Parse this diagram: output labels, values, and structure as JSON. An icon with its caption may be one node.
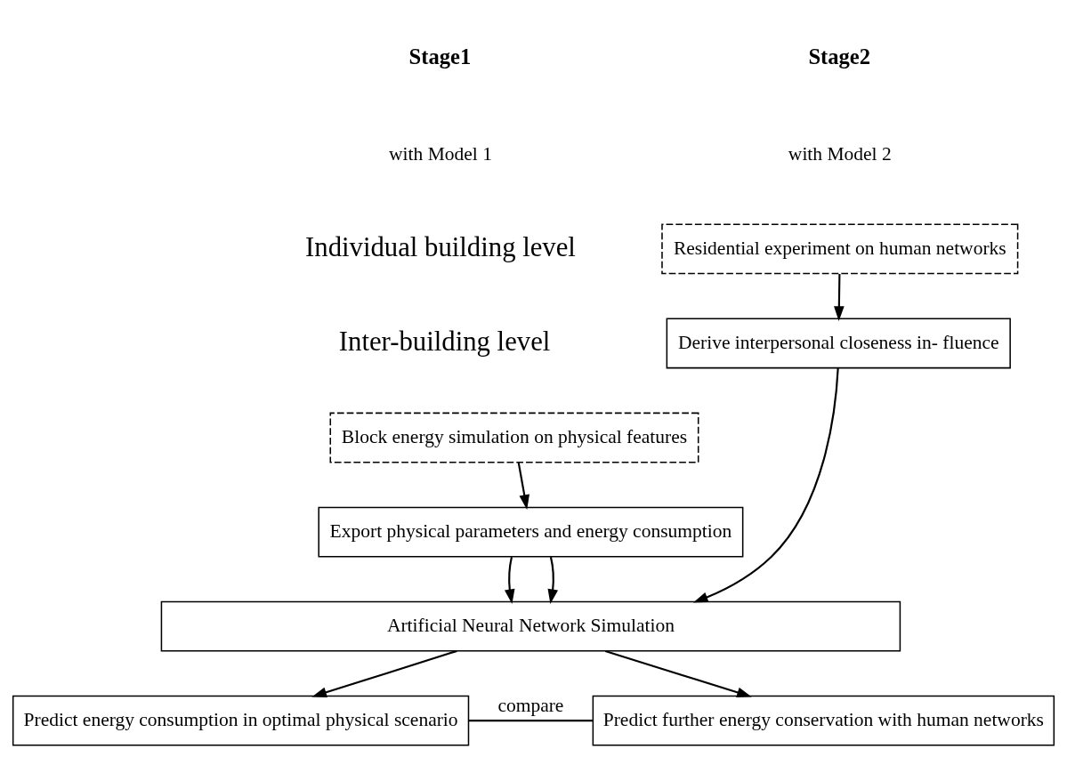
{
  "diagram": {
    "nodes": [
      {
        "text": [
          "Residential experiment on human networks"
        ]
      },
      {
        "text": [
          "Derive interpersonal closeness in- fluence"
        ]
      },
      {
        "text": [
          "Block energy simulation on physical features"
        ]
      },
      {
        "text": [
          "Export physical parameters and energy consumption"
        ]
      },
      {
        "text": [
          "Artificial Neural Network Simulation"
        ]
      },
      {
        "text": [
          "Predict energy consumption in optimal physical scenario"
        ]
      },
      {
        "text": [
          "Predict further energy conservation with human networks"
        ]
      }
    ],
    "edges": [
      {
        "from": 0,
        "to": 1,
        "arrow": "to"
      },
      {
        "from": 2,
        "to": 3,
        "arrow": "to"
      },
      {
        "from": 3,
        "to": 4,
        "arrow": "to"
      },
      {
        "from": 3,
        "to": 4,
        "arrow": "to"
      },
      {
        "from": 1,
        "to": 4,
        "arrow": "to"
      },
      {
        "from": 4,
        "to": 5,
        "arrow": "to"
      },
      {
        "from": 4,
        "to": 6,
        "arrow": "to"
      },
      {
        "from": 5,
        "to": 6,
        "arrow": "none",
        "label": "compare"
      }
    ],
    "labels": [
      "Stage1",
      "with Model 1",
      "Stage2",
      "with Model 2",
      "Individual building level",
      "Inter-building level"
    ]
  }
}
